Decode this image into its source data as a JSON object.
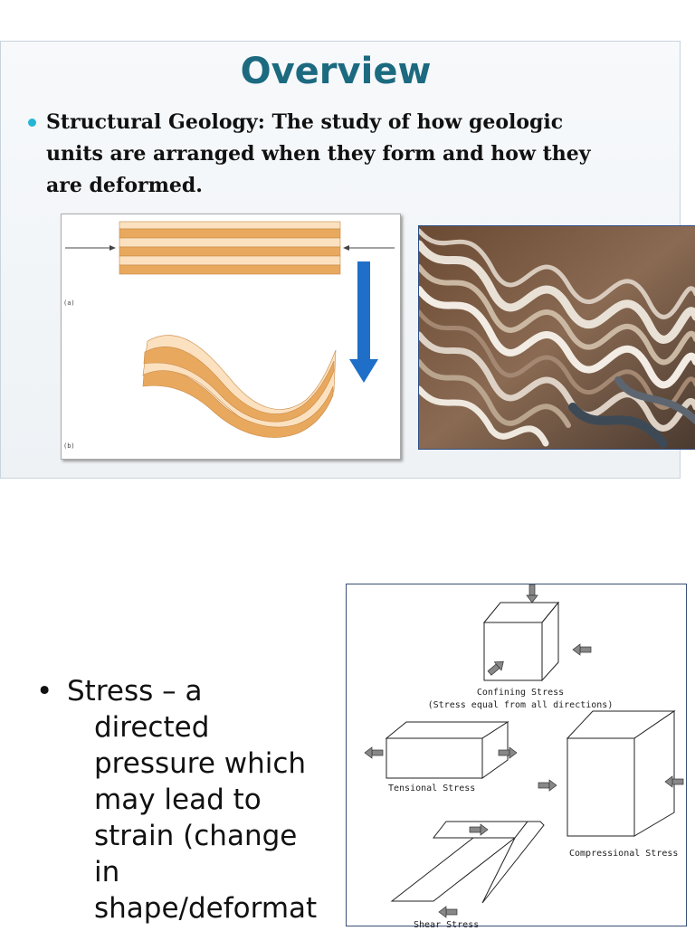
{
  "slide1": {
    "title": "Overview",
    "bullet_term": "Structural Geology:",
    "bullet_lines": [
      "Structural Geology: The study of how geologic",
      "units are arranged when they form and how they",
      "are deformed."
    ],
    "figure_labels": {
      "a": "(a)",
      "b": "(b)"
    },
    "colors": {
      "title": "#1c6a80",
      "bullet_dot": "#23b6d4",
      "arrow": "#1f6fc9",
      "layer_dark": "#e8a85e",
      "layer_light": "#fbe1c0"
    }
  },
  "slide2": {
    "bullet": "•",
    "lines": [
      "Stress – a",
      "directed",
      "pressure which",
      "may lead to",
      "strain (change",
      "in",
      "shape/deformat"
    ],
    "diagram": {
      "confining_label": "Confining Stress",
      "confining_sub": "(Stress equal from all directions)",
      "tensional_label": "Tensional Stress",
      "compressional_label": "Compressional Stress",
      "shear_label": "Shear Stress"
    }
  }
}
